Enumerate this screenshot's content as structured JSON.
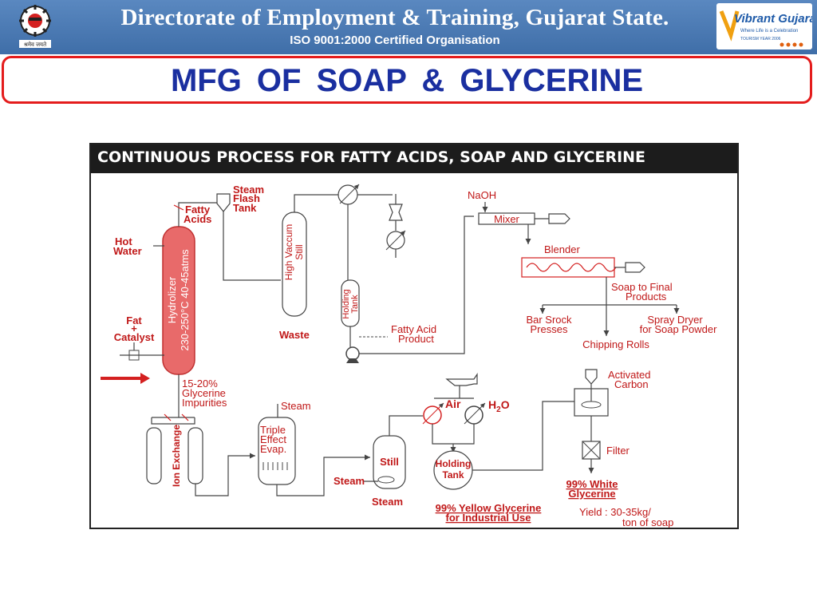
{
  "header": {
    "title": "Directorate of Employment & Training, Gujarat State.",
    "subtitle": "ISO 9001:2000 Certified Organisation",
    "emblem_icon": "shramev-jayate-emblem-icon",
    "emblem_caption": "श्रमेव जयते",
    "logo_icon": "vibrant-gujarat-logo-icon",
    "logo_text": "Vibrant Gujarat",
    "logo_tagline": "Where Life is a Celebration",
    "logo_year": "TOURISM YEAR 2006"
  },
  "slide": {
    "title": "MFG  OF  SOAP  &  GLYCERINE"
  },
  "diagram": {
    "heading": "CONTINUOUS PROCESS FOR FATTY ACIDS, SOAP AND GLYCERINE",
    "labels": {
      "hot_water": [
        "Hot",
        "Water"
      ],
      "fat_catalyst": [
        "Fat",
        "+",
        "Catalyst"
      ],
      "fatty_acids": [
        "Fatty",
        "Acids"
      ],
      "hydrolizer": [
        "Hydrolizer",
        "230-250°C 40-45atms"
      ],
      "steam_flash_tank": [
        "Steam",
        "Flash",
        "Tank"
      ],
      "high_vacuum_still": [
        "High Vaccum",
        "Still"
      ],
      "waste": "Waste",
      "holding_tank_vertical": [
        "Holding",
        "Tank"
      ],
      "fatty_acid_product": [
        "Fatty Acid",
        "Product"
      ],
      "naoh": "NaOH",
      "mixer": "Mixer",
      "blender": "Blender",
      "soap_final": [
        "Soap to Final",
        "Products"
      ],
      "bar_presses": [
        "Bar Srock",
        "Presses"
      ],
      "spray_dryer": [
        "Spray Dryer",
        "for Soap Powder"
      ],
      "chipping_rolls": "Chipping Rolls",
      "glycerine_impurities": [
        "15-20%",
        "Glycerine",
        "Impurities"
      ],
      "ion_exchange": "Ion Exchange",
      "steam_top": "Steam",
      "triple_effect": [
        "Triple",
        "Effect",
        "Evap."
      ],
      "still": "Still",
      "steam_still": "Steam",
      "steam_bottom": "Steam",
      "air": "Air",
      "h2o": "H",
      "h2o_sub": "2",
      "h2o_end": "O",
      "holding_tank_round": [
        "Holding",
        "Tank"
      ],
      "yellow_glycerine": [
        "99% Yellow Glycerine",
        "for Industrial Use"
      ],
      "activated_carbon": [
        "Activated",
        "Carbon"
      ],
      "filter": "Filter",
      "white_glycerine": [
        "99% White",
        "Glycerine"
      ],
      "yield": [
        "Yield : 30-35kg/",
        "ton of soap"
      ]
    },
    "colors": {
      "red_text": "#c01818",
      "blue_text": "#1a2fa0",
      "line": "#444444",
      "hydrolizer_fill": "#e86a6a",
      "accent_red": "#d42020"
    }
  }
}
